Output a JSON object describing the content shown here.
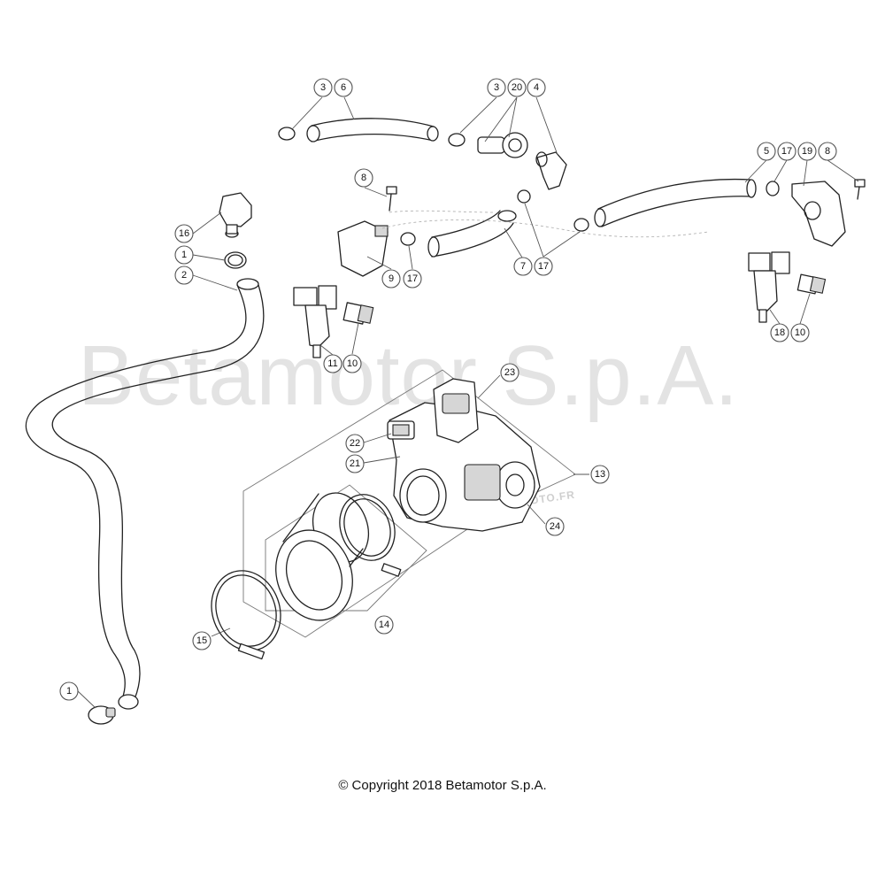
{
  "watermark": "Betamotor S.p.A.",
  "watermark_small": "MOTO.FR",
  "copyright": "© Copyright 2018 Betamotor S.p.A.",
  "callout_labels": [
    "3",
    "6",
    "3",
    "20",
    "4",
    "5",
    "17",
    "19",
    "8",
    "8",
    "16",
    "1",
    "2",
    "9",
    "17",
    "7",
    "17",
    "11",
    "10",
    "18",
    "10",
    "23",
    "22",
    "21",
    "13",
    "24",
    "14",
    "15",
    "1"
  ]
}
